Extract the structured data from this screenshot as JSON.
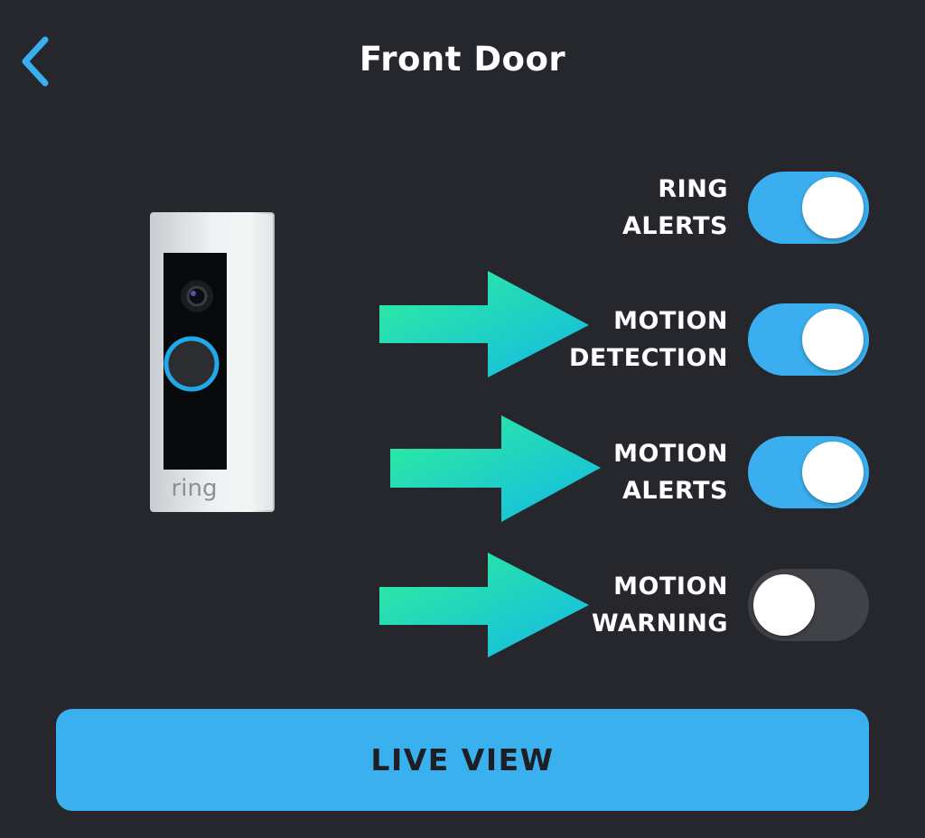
{
  "header": {
    "title": "Front Door",
    "back_icon": "chevron-left-icon"
  },
  "device": {
    "brand": "ring"
  },
  "settings": [
    {
      "line1": "RING",
      "line2": "ALERTS",
      "enabled": true
    },
    {
      "line1": "MOTION",
      "line2": "DETECTION",
      "enabled": true
    },
    {
      "line1": "MOTION",
      "line2": "ALERTS",
      "enabled": true
    },
    {
      "line1": "MOTION",
      "line2": "WARNING",
      "enabled": false
    }
  ],
  "live_view_label": "LIVE VIEW",
  "colors": {
    "accent": "#3ab0ee",
    "background": "#25272c",
    "arrow_start": "#2ff09a",
    "arrow_end": "#13b8e6"
  }
}
